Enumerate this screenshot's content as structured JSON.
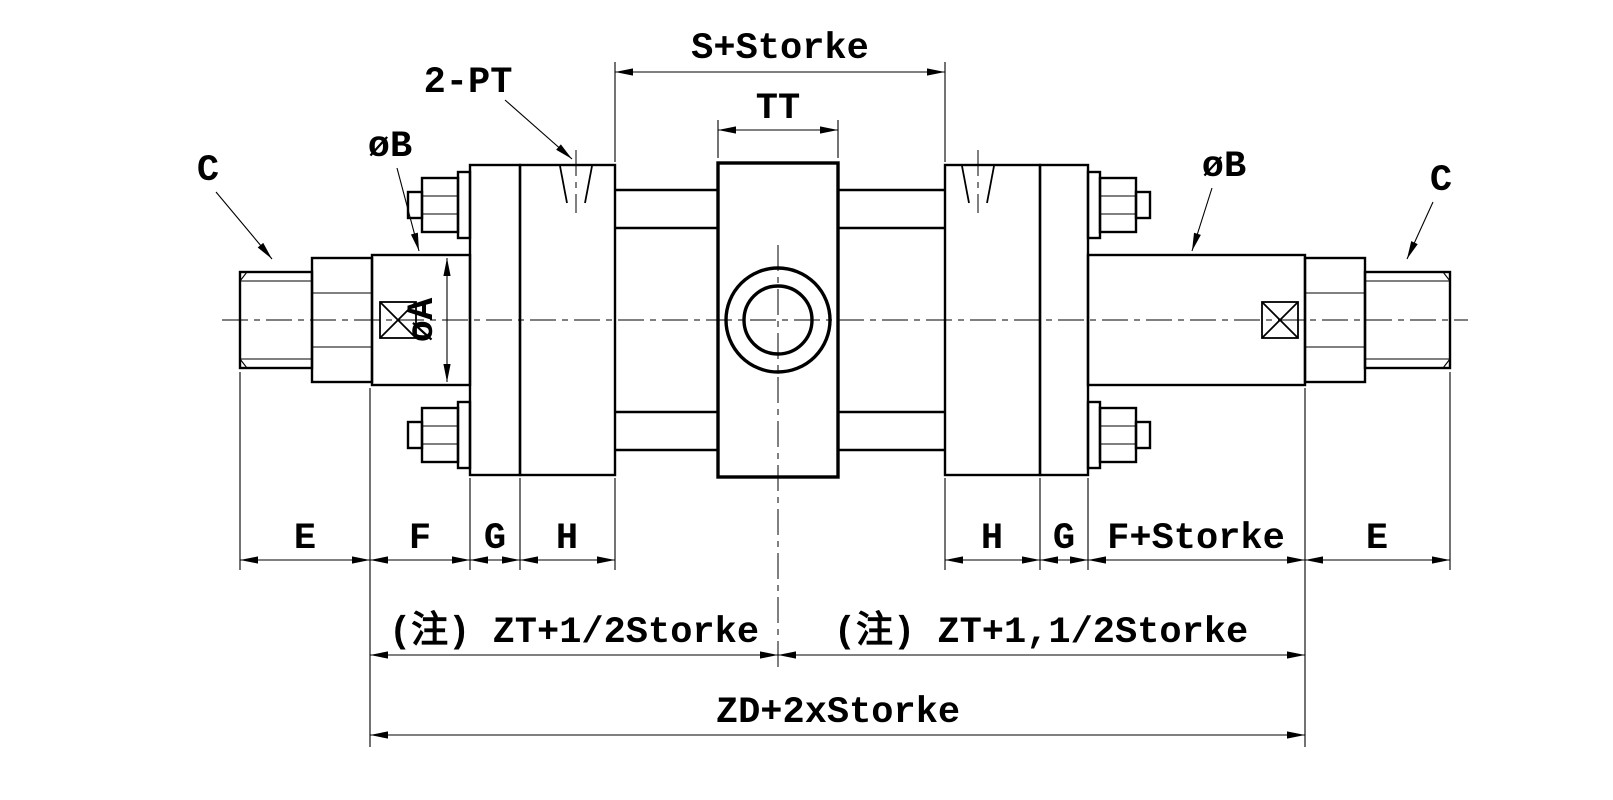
{
  "labels": {
    "top": {
      "s_storke": "S+Storke",
      "tt": "TT",
      "pt": "2-PT"
    },
    "left": {
      "c": "C",
      "dia_b": "øB",
      "dia_a": "øA"
    },
    "right": {
      "dia_b": "øB",
      "c": "C"
    },
    "bottom": {
      "e_left": "E",
      "f_left": "F",
      "g_left": "G",
      "h_left": "H",
      "h_right": "H",
      "g_right": "G",
      "f_storke": "F+Storke",
      "e_right": "E",
      "zt_left": "(注) ZT+1/2Storke",
      "zt_right": "(注) ZT+1,1/2Storke",
      "zd": "ZD+2xStorke"
    }
  },
  "colors": {
    "line": "#000000",
    "background": "#ffffff"
  }
}
